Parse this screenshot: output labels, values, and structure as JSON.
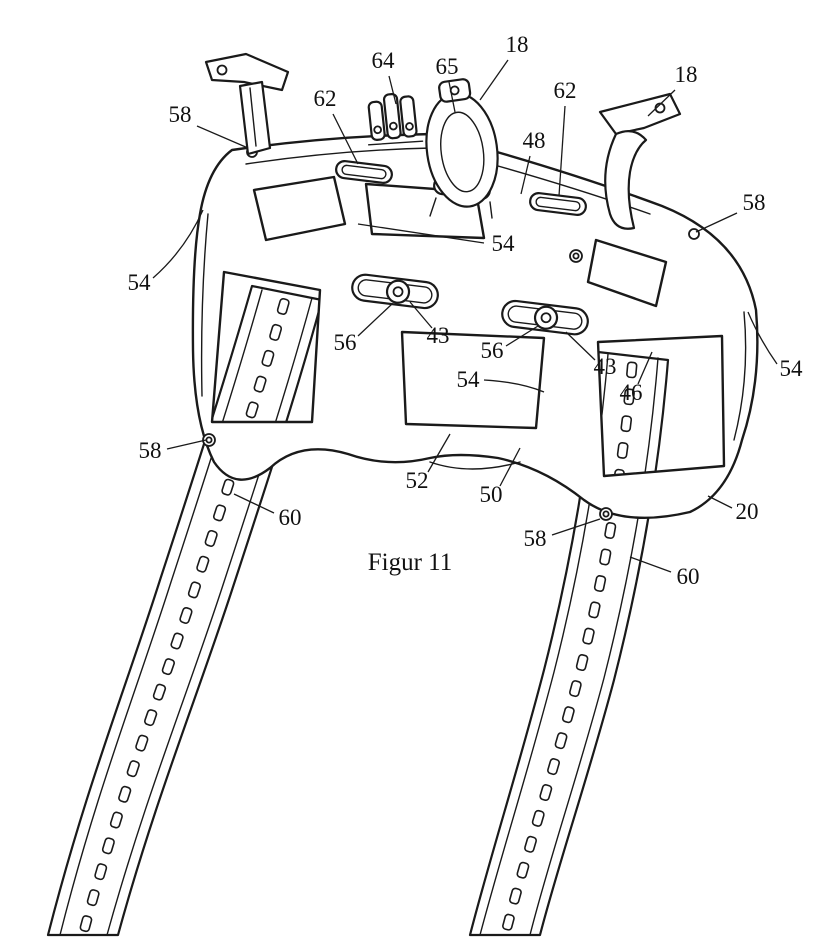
{
  "figure": {
    "caption": "Figur 11",
    "labels": [
      {
        "text": "64"
      },
      {
        "text": "65"
      },
      {
        "text": "18"
      },
      {
        "text": "62"
      },
      {
        "text": "62"
      },
      {
        "text": "18"
      },
      {
        "text": "48"
      },
      {
        "text": "58"
      },
      {
        "text": "58"
      },
      {
        "text": "54"
      },
      {
        "text": "54"
      },
      {
        "text": "54"
      },
      {
        "text": "56"
      },
      {
        "text": "43"
      },
      {
        "text": "56"
      },
      {
        "text": "43"
      },
      {
        "text": "46"
      },
      {
        "text": "54"
      },
      {
        "text": "58"
      },
      {
        "text": "52"
      },
      {
        "text": "50"
      },
      {
        "text": "58"
      },
      {
        "text": "20"
      },
      {
        "text": "60"
      },
      {
        "text": "60"
      }
    ]
  }
}
